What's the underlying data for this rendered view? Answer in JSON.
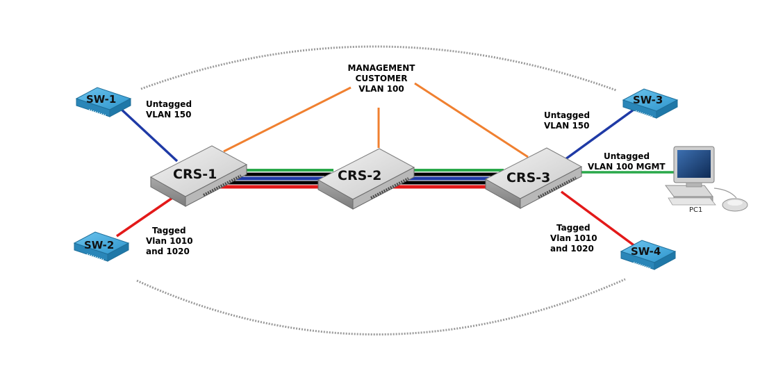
{
  "colors": {
    "vlan150": "#1f3aa6",
    "vlan1010_1020": "#e31919",
    "management": "#f08030",
    "vlan100_mgmt": "#2aa84a",
    "trunk_black": "#000000",
    "switch_blue": "#3ba6d9"
  },
  "management_label": [
    "MANAGEMENT",
    "CUSTOMER",
    "VLAN 100"
  ],
  "core_switches": [
    {
      "id": "crs1",
      "label": "CRS-1"
    },
    {
      "id": "crs2",
      "label": "CRS-2"
    },
    {
      "id": "crs3",
      "label": "CRS-3"
    }
  ],
  "access_switches": [
    {
      "id": "sw1",
      "label": "SW-1"
    },
    {
      "id": "sw2",
      "label": "SW-2"
    },
    {
      "id": "sw3",
      "label": "SW-3"
    },
    {
      "id": "sw4",
      "label": "SW-4"
    }
  ],
  "pc": {
    "label": "PC1",
    "icon": "computer-icon"
  },
  "link_labels": {
    "sw1": [
      "Untagged",
      "VLAN 150"
    ],
    "sw2": [
      "Tagged",
      "Vlan 1010",
      "and 1020"
    ],
    "sw3": [
      "Untagged",
      "VLAN 150"
    ],
    "sw4": [
      "Tagged",
      "Vlan 1010",
      "and 1020"
    ],
    "pc1": [
      "Untagged",
      "VLAN 100 MGMT"
    ]
  }
}
